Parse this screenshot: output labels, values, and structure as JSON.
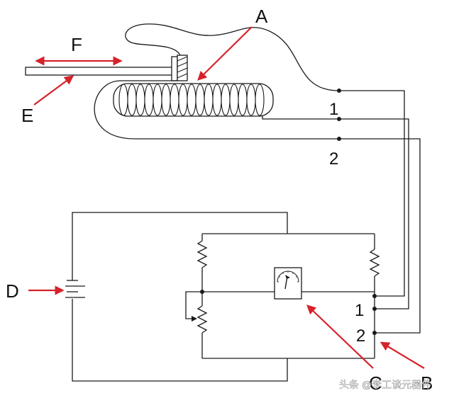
{
  "diagram": {
    "labels": {
      "A": "A",
      "B": "B",
      "C": "C",
      "D": "D",
      "E": "E",
      "F": "F"
    },
    "sensor_terminals": [
      "1",
      "2"
    ],
    "bridge_terminals": [
      "1",
      "2"
    ]
  },
  "watermark": {
    "text": "头条 @李工谈元器件"
  },
  "colors": {
    "wire": "#1a1a1a",
    "arrow": "#d6222a"
  }
}
